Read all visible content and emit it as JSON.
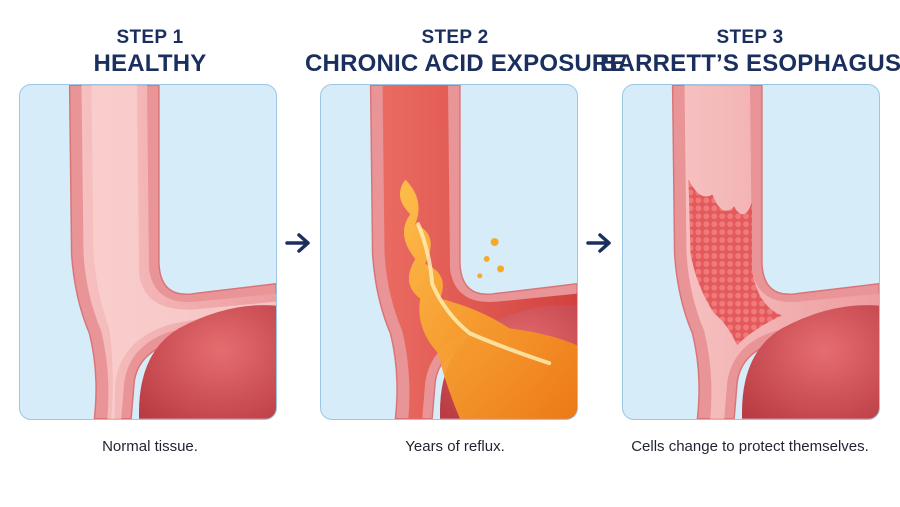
{
  "steps": [
    {
      "step_label": "STEP 1",
      "title": "HEALTHY",
      "caption": "Normal tissue."
    },
    {
      "step_label": "STEP 2",
      "title": "CHRONIC ACID EXPOSURE",
      "caption": "Years of reflux."
    },
    {
      "step_label": "STEP 3",
      "title": "BARRETT’S ESOPHAGUS",
      "caption": "Cells change to protect themselves."
    }
  ],
  "colors": {
    "title_navy": "#1b2f5e",
    "panel_bg": "#d6ecf8",
    "panel_border": "#9cc6e3",
    "tissue_pink": "#f4aeae",
    "stomach_red": "#d9555a",
    "acid_orange": "#f39a1e",
    "barrett_red": "#e2585c"
  },
  "icons": [
    "right-arrow-icon",
    "right-arrow-icon"
  ]
}
